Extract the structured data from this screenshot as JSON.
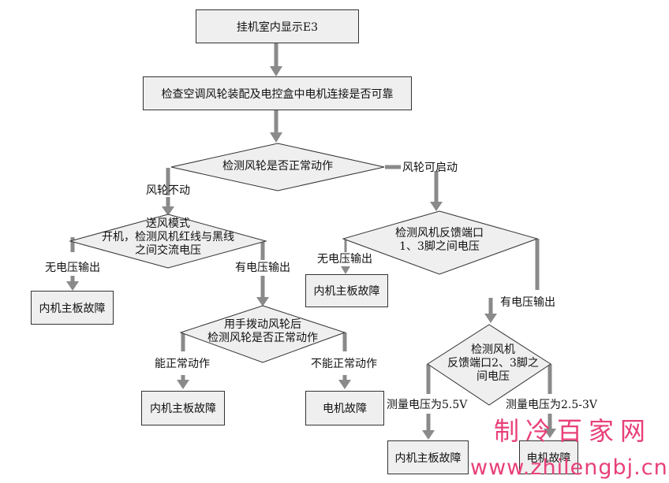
{
  "nodes": {
    "start": "挂机室内显示E3",
    "check_connection": "检查空调风轮装配及电控盒中电机连接是否可靠",
    "decision_fan_normal": "检测风轮是否正常动作",
    "decision_fan_mode": [
      "送风模式",
      "开机，检测风机红线与黑线",
      "之间交流电压"
    ],
    "decision_feedback_1_3": [
      "检测风机反馈端口",
      "1、3脚之间电压"
    ],
    "decision_manual_turn": [
      "用手拨动风轮后",
      "检测风轮是否正常动作"
    ],
    "decision_feedback_2_3": [
      "检测风机",
      "反馈端口2、3脚之",
      "间电压"
    ],
    "result_board_1": "内机主板故障",
    "result_board_2": "内机主板故障",
    "result_board_3": "内机主板故障",
    "result_board_4": "内机主板故障",
    "result_motor_1": "电机故障",
    "result_motor_2": "电机故障"
  },
  "edges": {
    "fan_not_moving": "风轮不动",
    "fan_can_start": "风轮可启动",
    "no_voltage_left": "无电压输出",
    "has_voltage_left": "有电压输出",
    "no_voltage_right": "无电压输出",
    "has_voltage_right": "有电压输出",
    "can_move": "能正常动作",
    "cannot_move": "不能正常动作",
    "voltage_5_5": "测量电压为5.5V",
    "voltage_2_5_3": "测量电压为2.5-3V"
  },
  "watermark": {
    "line1": "制冷百家网",
    "line2": "www.zhilengbj.cn"
  },
  "colors": {
    "arrow": "#8a8a8a",
    "box_fill": "#efefef",
    "watermark": "#e8407a"
  }
}
